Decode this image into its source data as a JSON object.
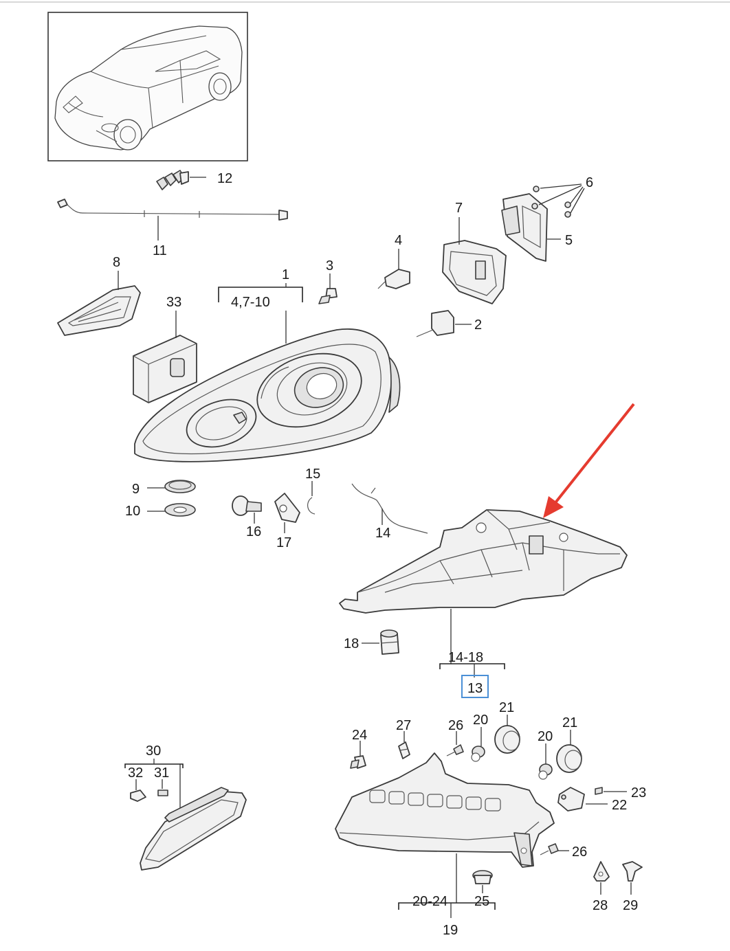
{
  "diagram": {
    "labels": {
      "p1": "1",
      "p2": "2",
      "p3": "3",
      "p4": "4",
      "p5": "5",
      "p6": "6",
      "p7": "7",
      "p8": "8",
      "p9": "9",
      "p10": "10",
      "p11": "11",
      "p12": "12",
      "p13": "13",
      "p14": "14",
      "p15": "15",
      "p16": "16",
      "p17": "17",
      "p18": "18",
      "p19": "19",
      "p20a": "20",
      "p20b": "20",
      "p21a": "21",
      "p21b": "21",
      "p22": "22",
      "p23": "23",
      "p24": "24",
      "p25": "25",
      "p26a": "26",
      "p26b": "26",
      "p27": "27",
      "p28": "28",
      "p29": "29",
      "p30": "30",
      "p31": "31",
      "p32": "32",
      "p33": "33",
      "range_1": "4,7-10",
      "range_13": "14-18",
      "range_19": "20-24"
    },
    "highlight_color": "#4a8fd6",
    "arrow_color": "#e53b2f"
  }
}
